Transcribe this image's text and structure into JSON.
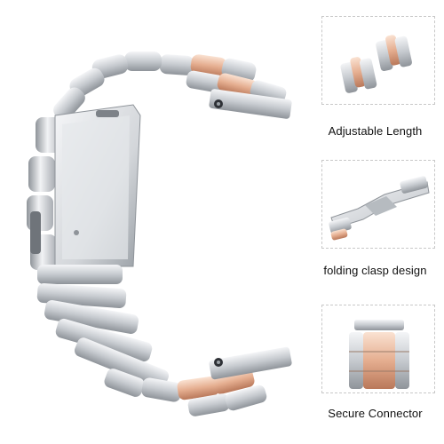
{
  "features": [
    {
      "caption": "Adjustable Length"
    },
    {
      "caption": "folding clasp design"
    },
    {
      "caption": "Secure Connector"
    }
  ],
  "colors": {
    "steel_light": "#eceef0",
    "steel": "#c3c7cc",
    "steel_dark": "#8d9298",
    "rose_light": "#f7d9c6",
    "rose": "#e4ab8c",
    "rose_dark": "#b9785a",
    "panel_border": "#c8c8c8"
  }
}
